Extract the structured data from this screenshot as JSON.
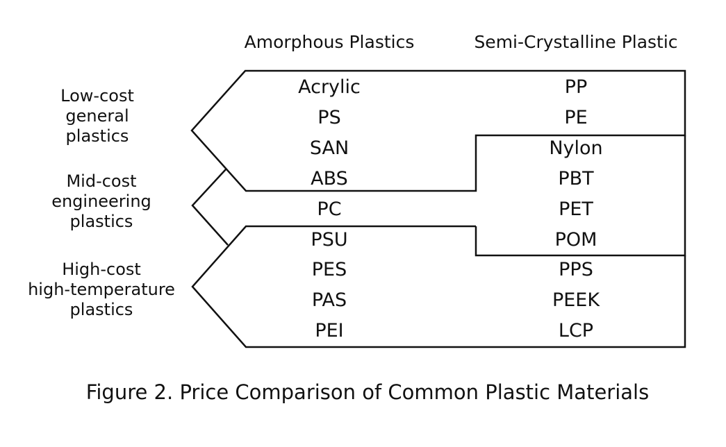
{
  "column_headers": {
    "amorphous": "Amorphous Plastics",
    "semi_crystalline": "Semi-Crystalline Plastic"
  },
  "categories": [
    {
      "lines": [
        "Low-cost",
        "general",
        "plastics"
      ]
    },
    {
      "lines": [
        "Mid-cost",
        "engineering",
        "plastics"
      ]
    },
    {
      "lines": [
        "High-cost",
        "high-temperature",
        "plastics"
      ]
    }
  ],
  "amorphous_items": [
    "Acrylic",
    "PS",
    "SAN",
    "ABS",
    "PC",
    "PSU",
    "PES",
    "PAS",
    "PEI"
  ],
  "semi_crystalline_items": [
    "PP",
    "PE",
    "Nylon",
    "PBT",
    "PET",
    "POM",
    "PPS",
    "PEEK",
    "LCP"
  ],
  "groups": {
    "low_cost": {
      "amorphous": [
        "Acrylic",
        "PS",
        "SAN",
        "ABS"
      ],
      "semi_crystalline": [
        "PP",
        "PE"
      ]
    },
    "mid_cost": {
      "amorphous": [
        "PC"
      ],
      "semi_crystalline": [
        "Nylon",
        "PBT",
        "PET",
        "POM"
      ]
    },
    "high_cost": {
      "amorphous": [
        "PSU",
        "PES",
        "PAS",
        "PEI"
      ],
      "semi_crystalline": [
        "PPS",
        "PEEK",
        "LCP"
      ]
    }
  },
  "caption": "Figure 2. Price Comparison of Common Plastic Materials"
}
